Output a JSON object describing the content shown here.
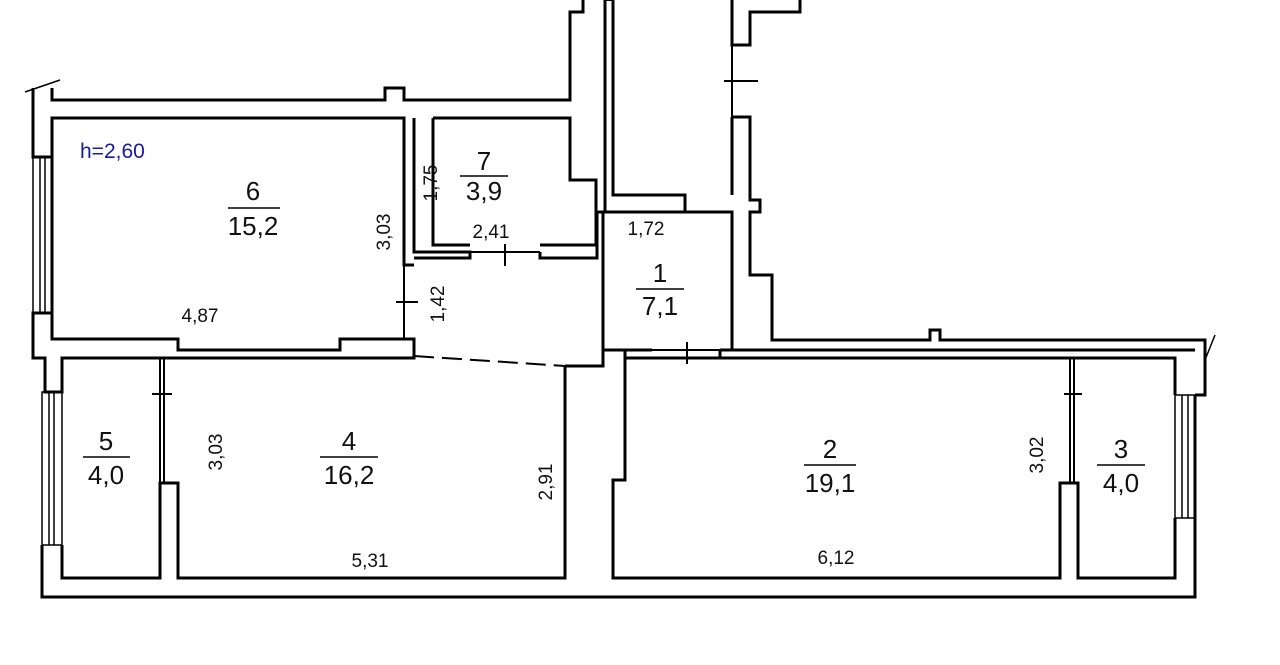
{
  "ceiling_height": "h=2,60",
  "colors": {
    "wall": "#000000",
    "text": "#111111",
    "height_label": "#1a1a9a"
  },
  "rooms": [
    {
      "number": "1",
      "area": "7,1"
    },
    {
      "number": "2",
      "area": "19,1"
    },
    {
      "number": "3",
      "area": "4,0"
    },
    {
      "number": "4",
      "area": "16,2"
    },
    {
      "number": "5",
      "area": "4,0"
    },
    {
      "number": "6",
      "area": "15,2"
    },
    {
      "number": "7",
      "area": "3,9"
    }
  ],
  "dimensions": {
    "room6_width": "4,87",
    "room6_depth": "3,03",
    "room7_depth": "1,75",
    "room7_width": "2,41",
    "corridor_width": "1,72",
    "hall_depth": "1,42",
    "room5_depth": "3,03",
    "room4_depth": "2,91",
    "room4_width": "5,31",
    "room2_width": "6,12",
    "room3_depth": "3,02"
  }
}
